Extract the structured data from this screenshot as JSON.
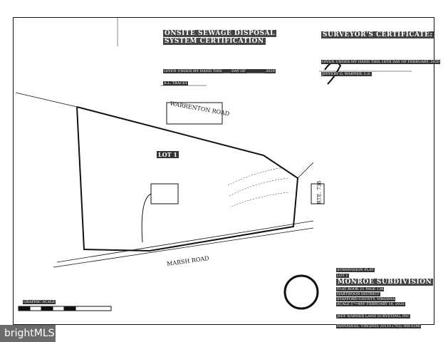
{
  "sewage": {
    "title1": "ONSITE SEWAGE DISPOSAL",
    "title2": "SYSTEM CERTIFICATION",
    "given": "GIVEN UNDER MY HAND THIS ____ DAY OF __________ 2020",
    "signer": "A.L. TRACEY"
  },
  "surveyor": {
    "title": "SURVEYOR'S CERTIFICATE:",
    "given": "GIVEN UNDER MY HAND THIS 18TH DAY OF FEBRUARY, 2020",
    "signer": "JEFFERY G. WARNER, L.S."
  },
  "map": {
    "road1": "WARRENTON ROAD",
    "road2": "MARSH ROAD",
    "route": "RTE. 738",
    "lot": "LOT 1",
    "scale": "GRAPHIC SCALE"
  },
  "titleblock": {
    "line1": "SUBDIVISION PLAT",
    "line2": "LOT 1",
    "name": "MONROE SUBDIVISION",
    "line3": "PLAT BOOK 21 PAGE 138",
    "line4": "HARTWOOD DISTRICT",
    "line5": "STAFFORD COUNTY, VIRGINIA",
    "line6": "SCALE 1\"=400'   FEBRUARY 18, 2020",
    "firm": "JEFF WARNER LAND SURVEYING, INC",
    "addr": "MANASSAS, VIRGINIA 20110 (703) 368-0246"
  },
  "watermark": "brightMLS"
}
